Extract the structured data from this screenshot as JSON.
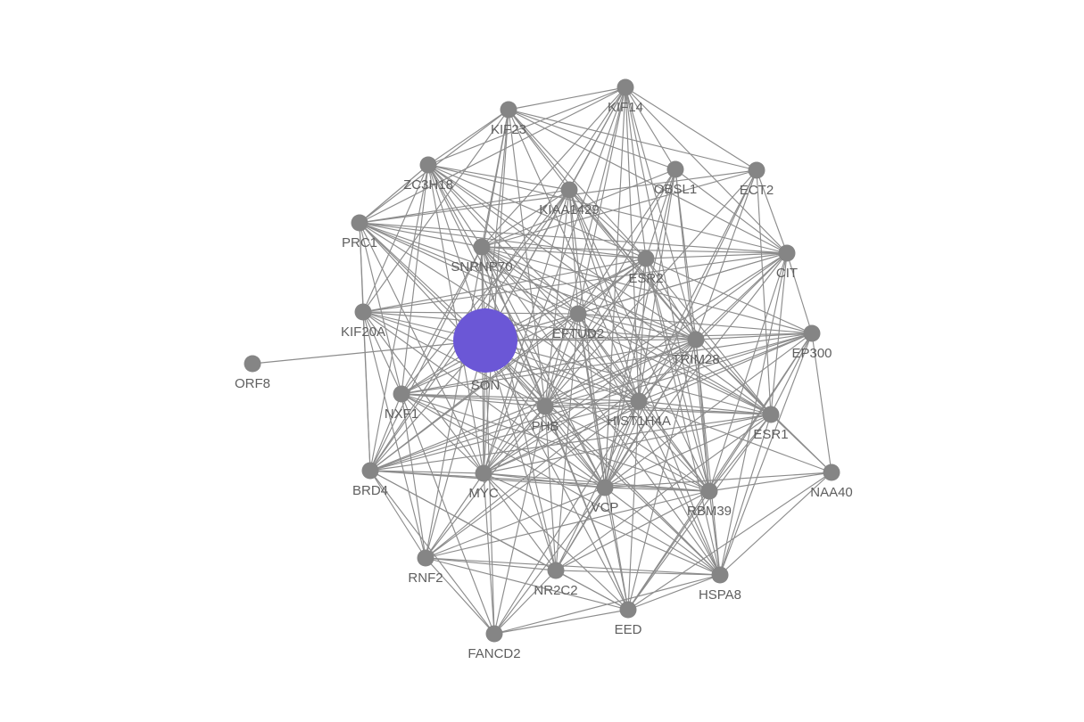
{
  "network": {
    "node_color": "#858585",
    "highlight_color": "#6b57d6",
    "edge_color": "#8c8c8c",
    "highlighted": "SON",
    "nodes": [
      {
        "id": "SON",
        "label": "SON"
      },
      {
        "id": "ORF8",
        "label": "ORF8"
      },
      {
        "id": "KIF14",
        "label": "KIF14"
      },
      {
        "id": "KIF23",
        "label": "KIF23"
      },
      {
        "id": "ZC3H18",
        "label": "ZC3H18"
      },
      {
        "id": "KIAA1429",
        "label": "KIAA1429"
      },
      {
        "id": "OBSL1",
        "label": "OBSL1"
      },
      {
        "id": "ECT2",
        "label": "ECT2"
      },
      {
        "id": "PRC1",
        "label": "PRC1"
      },
      {
        "id": "SNRNP70",
        "label": "SNRNP70"
      },
      {
        "id": "ESR2",
        "label": "ESR2"
      },
      {
        "id": "CIT",
        "label": "CIT"
      },
      {
        "id": "KIF20A",
        "label": "KIF20A"
      },
      {
        "id": "EFTUD2",
        "label": "EFTUD2"
      },
      {
        "id": "TRIM28",
        "label": "TRIM28"
      },
      {
        "id": "EP300",
        "label": "EP300"
      },
      {
        "id": "NXF1",
        "label": "NXF1"
      },
      {
        "id": "PHB",
        "label": "PHB"
      },
      {
        "id": "HIST1H4A",
        "label": "HIST1H4A"
      },
      {
        "id": "ESR1",
        "label": "ESR1"
      },
      {
        "id": "BRD4",
        "label": "BRD4"
      },
      {
        "id": "MYC",
        "label": "MYC"
      },
      {
        "id": "VCP",
        "label": "VCP"
      },
      {
        "id": "RBM39",
        "label": "RBM39"
      },
      {
        "id": "NAA40",
        "label": "NAA40"
      },
      {
        "id": "RNF2",
        "label": "RNF2"
      },
      {
        "id": "NR2C2",
        "label": "NR2C2"
      },
      {
        "id": "HSPA8",
        "label": "HSPA8"
      },
      {
        "id": "EED",
        "label": "EED"
      },
      {
        "id": "FANCD2",
        "label": "FANCD2"
      }
    ],
    "edges": [
      [
        "SON",
        "ORF8"
      ],
      [
        "SON",
        "KIF14"
      ],
      [
        "SON",
        "KIF23"
      ],
      [
        "SON",
        "ZC3H18"
      ],
      [
        "SON",
        "KIAA1429"
      ],
      [
        "SON",
        "PRC1"
      ],
      [
        "SON",
        "SNRNP70"
      ],
      [
        "SON",
        "ESR2"
      ],
      [
        "SON",
        "CIT"
      ],
      [
        "SON",
        "KIF20A"
      ],
      [
        "SON",
        "EFTUD2"
      ],
      [
        "SON",
        "TRIM28"
      ],
      [
        "SON",
        "EP300"
      ],
      [
        "SON",
        "NXF1"
      ],
      [
        "SON",
        "PHB"
      ],
      [
        "SON",
        "HIST1H4A"
      ],
      [
        "SON",
        "ESR1"
      ],
      [
        "SON",
        "BRD4"
      ],
      [
        "SON",
        "MYC"
      ],
      [
        "SON",
        "VCP"
      ],
      [
        "SON",
        "RBM39"
      ],
      [
        "SON",
        "RNF2"
      ],
      [
        "SON",
        "NR2C2"
      ],
      [
        "SON",
        "HSPA8"
      ],
      [
        "SON",
        "EED"
      ],
      [
        "SON",
        "FANCD2"
      ],
      [
        "KIF14",
        "KIF23"
      ],
      [
        "KIF14",
        "ZC3H18"
      ],
      [
        "KIF14",
        "KIAA1429"
      ],
      [
        "KIF14",
        "OBSL1"
      ],
      [
        "KIF14",
        "ECT2"
      ],
      [
        "KIF14",
        "PRC1"
      ],
      [
        "KIF14",
        "SNRNP70"
      ],
      [
        "KIF14",
        "ESR2"
      ],
      [
        "KIF14",
        "CIT"
      ],
      [
        "KIF14",
        "EFTUD2"
      ],
      [
        "KIF14",
        "TRIM28"
      ],
      [
        "KIF14",
        "PHB"
      ],
      [
        "KIF14",
        "HIST1H4A"
      ],
      [
        "KIF14",
        "VCP"
      ],
      [
        "KIF14",
        "MYC"
      ],
      [
        "KIF14",
        "RBM39"
      ],
      [
        "KIF14",
        "BRD4"
      ],
      [
        "KIF23",
        "ZC3H18"
      ],
      [
        "KIF23",
        "KIAA1429"
      ],
      [
        "KIF23",
        "OBSL1"
      ],
      [
        "KIF23",
        "ECT2"
      ],
      [
        "KIF23",
        "PRC1"
      ],
      [
        "KIF23",
        "SNRNP70"
      ],
      [
        "KIF23",
        "ESR2"
      ],
      [
        "KIF23",
        "CIT"
      ],
      [
        "KIF23",
        "KIF20A"
      ],
      [
        "KIF23",
        "TRIM28"
      ],
      [
        "KIF23",
        "HIST1H4A"
      ],
      [
        "KIF23",
        "PHB"
      ],
      [
        "KIF23",
        "MYC"
      ],
      [
        "KIF23",
        "RNF2"
      ],
      [
        "ZC3H18",
        "PRC1"
      ],
      [
        "ZC3H18",
        "SNRNP70"
      ],
      [
        "ZC3H18",
        "KIAA1429"
      ],
      [
        "ZC3H18",
        "ESR2"
      ],
      [
        "ZC3H18",
        "CIT"
      ],
      [
        "ZC3H18",
        "KIF20A"
      ],
      [
        "ZC3H18",
        "EFTUD2"
      ],
      [
        "ZC3H18",
        "TRIM28"
      ],
      [
        "ZC3H18",
        "NXF1"
      ],
      [
        "ZC3H18",
        "PHB"
      ],
      [
        "ZC3H18",
        "HIST1H4A"
      ],
      [
        "ZC3H18",
        "BRD4"
      ],
      [
        "ZC3H18",
        "MYC"
      ],
      [
        "ZC3H18",
        "VCP"
      ],
      [
        "ZC3H18",
        "ESR1"
      ],
      [
        "KIAA1429",
        "SNRNP70"
      ],
      [
        "KIAA1429",
        "PRC1"
      ],
      [
        "KIAA1429",
        "ESR2"
      ],
      [
        "KIAA1429",
        "EFTUD2"
      ],
      [
        "KIAA1429",
        "TRIM28"
      ],
      [
        "KIAA1429",
        "PHB"
      ],
      [
        "KIAA1429",
        "HIST1H4A"
      ],
      [
        "KIAA1429",
        "VCP"
      ],
      [
        "KIAA1429",
        "MYC"
      ],
      [
        "KIAA1429",
        "RBM39"
      ],
      [
        "KIAA1429",
        "HSPA8"
      ],
      [
        "KIAA1429",
        "NXF1"
      ],
      [
        "KIAA1429",
        "BRD4"
      ],
      [
        "KIAA1429",
        "ESR1"
      ],
      [
        "OBSL1",
        "ESR2"
      ],
      [
        "OBSL1",
        "CIT"
      ],
      [
        "OBSL1",
        "TRIM28"
      ],
      [
        "OBSL1",
        "HIST1H4A"
      ],
      [
        "OBSL1",
        "PHB"
      ],
      [
        "OBSL1",
        "VCP"
      ],
      [
        "OBSL1",
        "SNRNP70"
      ],
      [
        "OBSL1",
        "RBM39"
      ],
      [
        "OBSL1",
        "EFTUD2"
      ],
      [
        "ECT2",
        "CIT"
      ],
      [
        "ECT2",
        "PRC1"
      ],
      [
        "ECT2",
        "SNRNP70"
      ],
      [
        "ECT2",
        "TRIM28"
      ],
      [
        "ECT2",
        "HIST1H4A"
      ],
      [
        "ECT2",
        "PHB"
      ],
      [
        "ECT2",
        "VCP"
      ],
      [
        "ECT2",
        "ESR1"
      ],
      [
        "PRC1",
        "SNRNP70"
      ],
      [
        "PRC1",
        "KIF20A"
      ],
      [
        "PRC1",
        "ESR2"
      ],
      [
        "PRC1",
        "CIT"
      ],
      [
        "PRC1",
        "EFTUD2"
      ],
      [
        "PRC1",
        "NXF1"
      ],
      [
        "PRC1",
        "PHB"
      ],
      [
        "PRC1",
        "HIST1H4A"
      ],
      [
        "PRC1",
        "BRD4"
      ],
      [
        "PRC1",
        "MYC"
      ],
      [
        "PRC1",
        "TRIM28"
      ],
      [
        "PRC1",
        "ESR1"
      ],
      [
        "PRC1",
        "VCP"
      ],
      [
        "SNRNP70",
        "ESR2"
      ],
      [
        "SNRNP70",
        "CIT"
      ],
      [
        "SNRNP70",
        "EFTUD2"
      ],
      [
        "SNRNP70",
        "TRIM28"
      ],
      [
        "SNRNP70",
        "NXF1"
      ],
      [
        "SNRNP70",
        "PHB"
      ],
      [
        "SNRNP70",
        "HIST1H4A"
      ],
      [
        "SNRNP70",
        "BRD4"
      ],
      [
        "SNRNP70",
        "MYC"
      ],
      [
        "SNRNP70",
        "VCP"
      ],
      [
        "SNRNP70",
        "RBM39"
      ],
      [
        "SNRNP70",
        "ESR1"
      ],
      [
        "SNRNP70",
        "EP300"
      ],
      [
        "SNRNP70",
        "HSPA8"
      ],
      [
        "SNRNP70",
        "EED"
      ],
      [
        "SNRNP70",
        "NR2C2"
      ],
      [
        "ESR2",
        "CIT"
      ],
      [
        "ESR2",
        "EFTUD2"
      ],
      [
        "ESR2",
        "TRIM28"
      ],
      [
        "ESR2",
        "EP300"
      ],
      [
        "ESR2",
        "PHB"
      ],
      [
        "ESR2",
        "HIST1H4A"
      ],
      [
        "ESR2",
        "ESR1"
      ],
      [
        "ESR2",
        "MYC"
      ],
      [
        "ESR2",
        "VCP"
      ],
      [
        "ESR2",
        "RBM39"
      ],
      [
        "ESR2",
        "HSPA8"
      ],
      [
        "ESR2",
        "NXF1"
      ],
      [
        "ESR2",
        "BRD4"
      ],
      [
        "ESR2",
        "KIF20A"
      ],
      [
        "CIT",
        "TRIM28"
      ],
      [
        "CIT",
        "EP300"
      ],
      [
        "CIT",
        "HIST1H4A"
      ],
      [
        "CIT",
        "PHB"
      ],
      [
        "CIT",
        "ESR1"
      ],
      [
        "CIT",
        "VCP"
      ],
      [
        "CIT",
        "RBM39"
      ],
      [
        "CIT",
        "KIF20A"
      ],
      [
        "CIT",
        "EFTUD2"
      ],
      [
        "CIT",
        "MYC"
      ],
      [
        "CIT",
        "HSPA8"
      ],
      [
        "KIF20A",
        "NXF1"
      ],
      [
        "KIF20A",
        "BRD4"
      ],
      [
        "KIF20A",
        "PHB"
      ],
      [
        "KIF20A",
        "HIST1H4A"
      ],
      [
        "KIF20A",
        "MYC"
      ],
      [
        "KIF20A",
        "EFTUD2"
      ],
      [
        "KIF20A",
        "TRIM28"
      ],
      [
        "KIF20A",
        "RNF2"
      ],
      [
        "KIF20A",
        "VCP"
      ],
      [
        "EFTUD2",
        "TRIM28"
      ],
      [
        "EFTUD2",
        "PHB"
      ],
      [
        "EFTUD2",
        "HIST1H4A"
      ],
      [
        "EFTUD2",
        "NXF1"
      ],
      [
        "EFTUD2",
        "MYC"
      ],
      [
        "EFTUD2",
        "VCP"
      ],
      [
        "EFTUD2",
        "RBM39"
      ],
      [
        "EFTUD2",
        "ESR1"
      ],
      [
        "EFTUD2",
        "HSPA8"
      ],
      [
        "EFTUD2",
        "EED"
      ],
      [
        "EFTUD2",
        "BRD4"
      ],
      [
        "EFTUD2",
        "NR2C2"
      ],
      [
        "EFTUD2",
        "EP300"
      ],
      [
        "TRIM28",
        "EP300"
      ],
      [
        "TRIM28",
        "PHB"
      ],
      [
        "TRIM28",
        "HIST1H4A"
      ],
      [
        "TRIM28",
        "ESR1"
      ],
      [
        "TRIM28",
        "MYC"
      ],
      [
        "TRIM28",
        "VCP"
      ],
      [
        "TRIM28",
        "RBM39"
      ],
      [
        "TRIM28",
        "HSPA8"
      ],
      [
        "TRIM28",
        "EED"
      ],
      [
        "TRIM28",
        "NXF1"
      ],
      [
        "TRIM28",
        "BRD4"
      ],
      [
        "TRIM28",
        "RNF2"
      ],
      [
        "TRIM28",
        "NR2C2"
      ],
      [
        "TRIM28",
        "NAA40"
      ],
      [
        "EP300",
        "HIST1H4A"
      ],
      [
        "EP300",
        "ESR1"
      ],
      [
        "EP300",
        "NAA40"
      ],
      [
        "EP300",
        "PHB"
      ],
      [
        "EP300",
        "MYC"
      ],
      [
        "EP300",
        "VCP"
      ],
      [
        "EP300",
        "RBM39"
      ],
      [
        "EP300",
        "BRD4"
      ],
      [
        "EP300",
        "HSPA8"
      ],
      [
        "EP300",
        "NXF1"
      ],
      [
        "EP300",
        "EED"
      ],
      [
        "NXF1",
        "PHB"
      ],
      [
        "NXF1",
        "HIST1H4A"
      ],
      [
        "NXF1",
        "BRD4"
      ],
      [
        "NXF1",
        "MYC"
      ],
      [
        "NXF1",
        "VCP"
      ],
      [
        "NXF1",
        "RBM39"
      ],
      [
        "NXF1",
        "ESR1"
      ],
      [
        "NXF1",
        "RNF2"
      ],
      [
        "NXF1",
        "FANCD2"
      ],
      [
        "NXF1",
        "HSPA8"
      ],
      [
        "PHB",
        "HIST1H4A"
      ],
      [
        "PHB",
        "ESR1"
      ],
      [
        "PHB",
        "BRD4"
      ],
      [
        "PHB",
        "MYC"
      ],
      [
        "PHB",
        "VCP"
      ],
      [
        "PHB",
        "RBM39"
      ],
      [
        "PHB",
        "RNF2"
      ],
      [
        "PHB",
        "NR2C2"
      ],
      [
        "PHB",
        "HSPA8"
      ],
      [
        "PHB",
        "EED"
      ],
      [
        "PHB",
        "FANCD2"
      ],
      [
        "HIST1H4A",
        "ESR1"
      ],
      [
        "HIST1H4A",
        "BRD4"
      ],
      [
        "HIST1H4A",
        "MYC"
      ],
      [
        "HIST1H4A",
        "VCP"
      ],
      [
        "HIST1H4A",
        "RBM39"
      ],
      [
        "HIST1H4A",
        "NAA40"
      ],
      [
        "HIST1H4A",
        "RNF2"
      ],
      [
        "HIST1H4A",
        "NR2C2"
      ],
      [
        "HIST1H4A",
        "HSPA8"
      ],
      [
        "HIST1H4A",
        "EED"
      ],
      [
        "HIST1H4A",
        "FANCD2"
      ],
      [
        "ESR1",
        "MYC"
      ],
      [
        "ESR1",
        "VCP"
      ],
      [
        "ESR1",
        "RBM39"
      ],
      [
        "ESR1",
        "NAA40"
      ],
      [
        "ESR1",
        "HSPA8"
      ],
      [
        "ESR1",
        "EED"
      ],
      [
        "ESR1",
        "BRD4"
      ],
      [
        "ESR1",
        "NR2C2"
      ],
      [
        "BRD4",
        "MYC"
      ],
      [
        "BRD4",
        "VCP"
      ],
      [
        "BRD4",
        "RNF2"
      ],
      [
        "BRD4",
        "FANCD2"
      ],
      [
        "BRD4",
        "RBM39"
      ],
      [
        "BRD4",
        "NR2C2"
      ],
      [
        "BRD4",
        "EED"
      ],
      [
        "MYC",
        "VCP"
      ],
      [
        "MYC",
        "RBM39"
      ],
      [
        "MYC",
        "RNF2"
      ],
      [
        "MYC",
        "NR2C2"
      ],
      [
        "MYC",
        "EED"
      ],
      [
        "MYC",
        "FANCD2"
      ],
      [
        "MYC",
        "HSPA8"
      ],
      [
        "VCP",
        "RBM39"
      ],
      [
        "VCP",
        "NAA40"
      ],
      [
        "VCP",
        "RNF2"
      ],
      [
        "VCP",
        "NR2C2"
      ],
      [
        "VCP",
        "HSPA8"
      ],
      [
        "VCP",
        "EED"
      ],
      [
        "VCP",
        "FANCD2"
      ],
      [
        "RBM39",
        "NAA40"
      ],
      [
        "RBM39",
        "HSPA8"
      ],
      [
        "RBM39",
        "EED"
      ],
      [
        "RBM39",
        "NR2C2"
      ],
      [
        "RBM39",
        "RNF2"
      ],
      [
        "NAA40",
        "HSPA8"
      ],
      [
        "NAA40",
        "EED"
      ],
      [
        "RNF2",
        "NR2C2"
      ],
      [
        "RNF2",
        "EED"
      ],
      [
        "RNF2",
        "FANCD2"
      ],
      [
        "RNF2",
        "HSPA8"
      ],
      [
        "NR2C2",
        "EED"
      ],
      [
        "NR2C2",
        "HSPA8"
      ],
      [
        "NR2C2",
        "FANCD2"
      ],
      [
        "HSPA8",
        "EED"
      ],
      [
        "HSPA8",
        "FANCD2"
      ],
      [
        "EED",
        "FANCD2"
      ]
    ]
  }
}
